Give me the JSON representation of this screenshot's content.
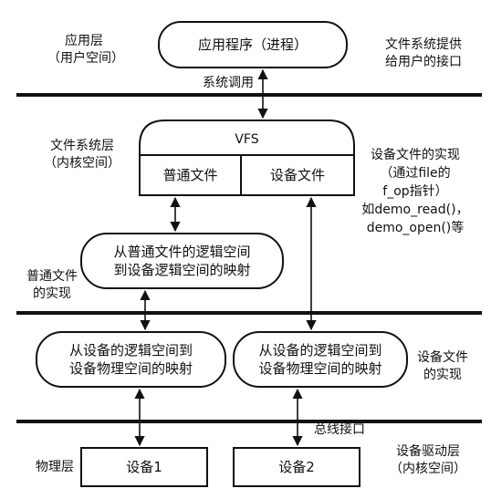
{
  "layers": {
    "app": {
      "name": "应用层",
      "sub": "（用户空间）"
    },
    "fs": {
      "name": "文件系统层",
      "sub": "（内核空间）"
    },
    "physical": {
      "name": "物理层"
    },
    "driver": {
      "name": "设备驱动层",
      "sub": "（内核空间）"
    }
  },
  "boxes": {
    "app_program": "应用程序（进程）",
    "vfs": "VFS",
    "regular_file": "普通文件",
    "device_file": "设备文件",
    "regular_mapping_1": "从普通文件的逻辑空间",
    "regular_mapping_2": "到设备逻辑空间的映射",
    "dev_mapping_left_1": "从设备的逻辑空间到",
    "dev_mapping_left_2": "设备物理空间的映射",
    "dev_mapping_right_1": "从设备的逻辑空间到",
    "dev_mapping_right_2": "设备物理空间的映射",
    "device1": "设备1",
    "device2": "设备2"
  },
  "notes": {
    "fs_interface_1": "文件系统提供",
    "fs_interface_2": "给用户的接口",
    "syscall": "系统调用",
    "device_file_impl_1": "设备文件的实现",
    "device_file_impl_2": "（通过file的",
    "device_file_impl_3": "f_op指针）",
    "device_file_impl_4": "如demo_read()，",
    "device_file_impl_5": "demo_open()等",
    "regular_file_impl_1": "普通文件",
    "regular_file_impl_2": "的实现",
    "device_file_impl_b_1": "设备文件",
    "device_file_impl_b_2": "的实现",
    "bus_interface": "总线接口"
  }
}
